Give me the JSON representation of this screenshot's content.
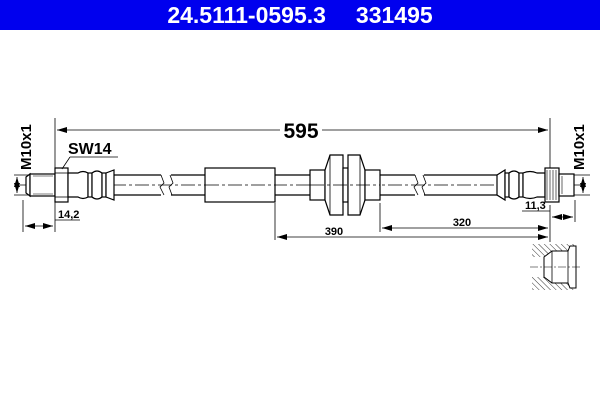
{
  "header": {
    "part_number": "24.5111-0595.3",
    "ref_number": "331495",
    "background_color": "#0000ee",
    "text_color": "#ffffff"
  },
  "drawing": {
    "total_length_label": "595",
    "left_thread_label": "M10x1",
    "right_thread_label": "M10x1",
    "wrench_size_label": "SW14",
    "left_fitting_length_label": "14,2",
    "right_fitting_length_label": "11,3",
    "dim_390_label": "390",
    "dim_320_label": "320"
  }
}
